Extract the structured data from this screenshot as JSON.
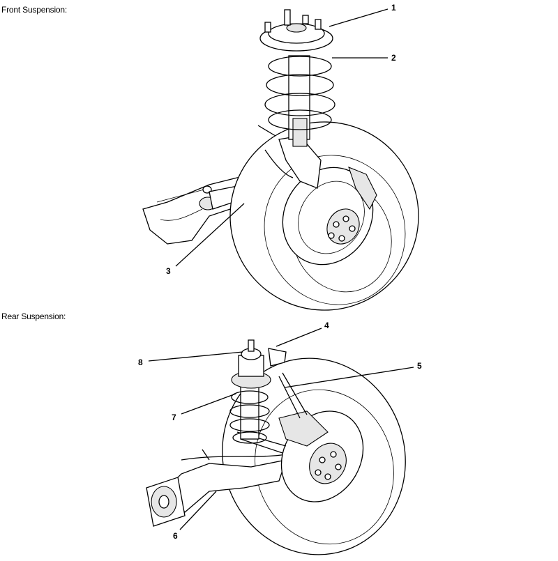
{
  "sections": {
    "front": {
      "title": "Front Suspension:"
    },
    "rear": {
      "title": "Rear Suspension:"
    }
  },
  "callouts": {
    "c1": "1",
    "c2": "2",
    "c3": "3",
    "c4": "4",
    "c5": "5",
    "c8": "8",
    "c7": "7",
    "c6": "6"
  }
}
